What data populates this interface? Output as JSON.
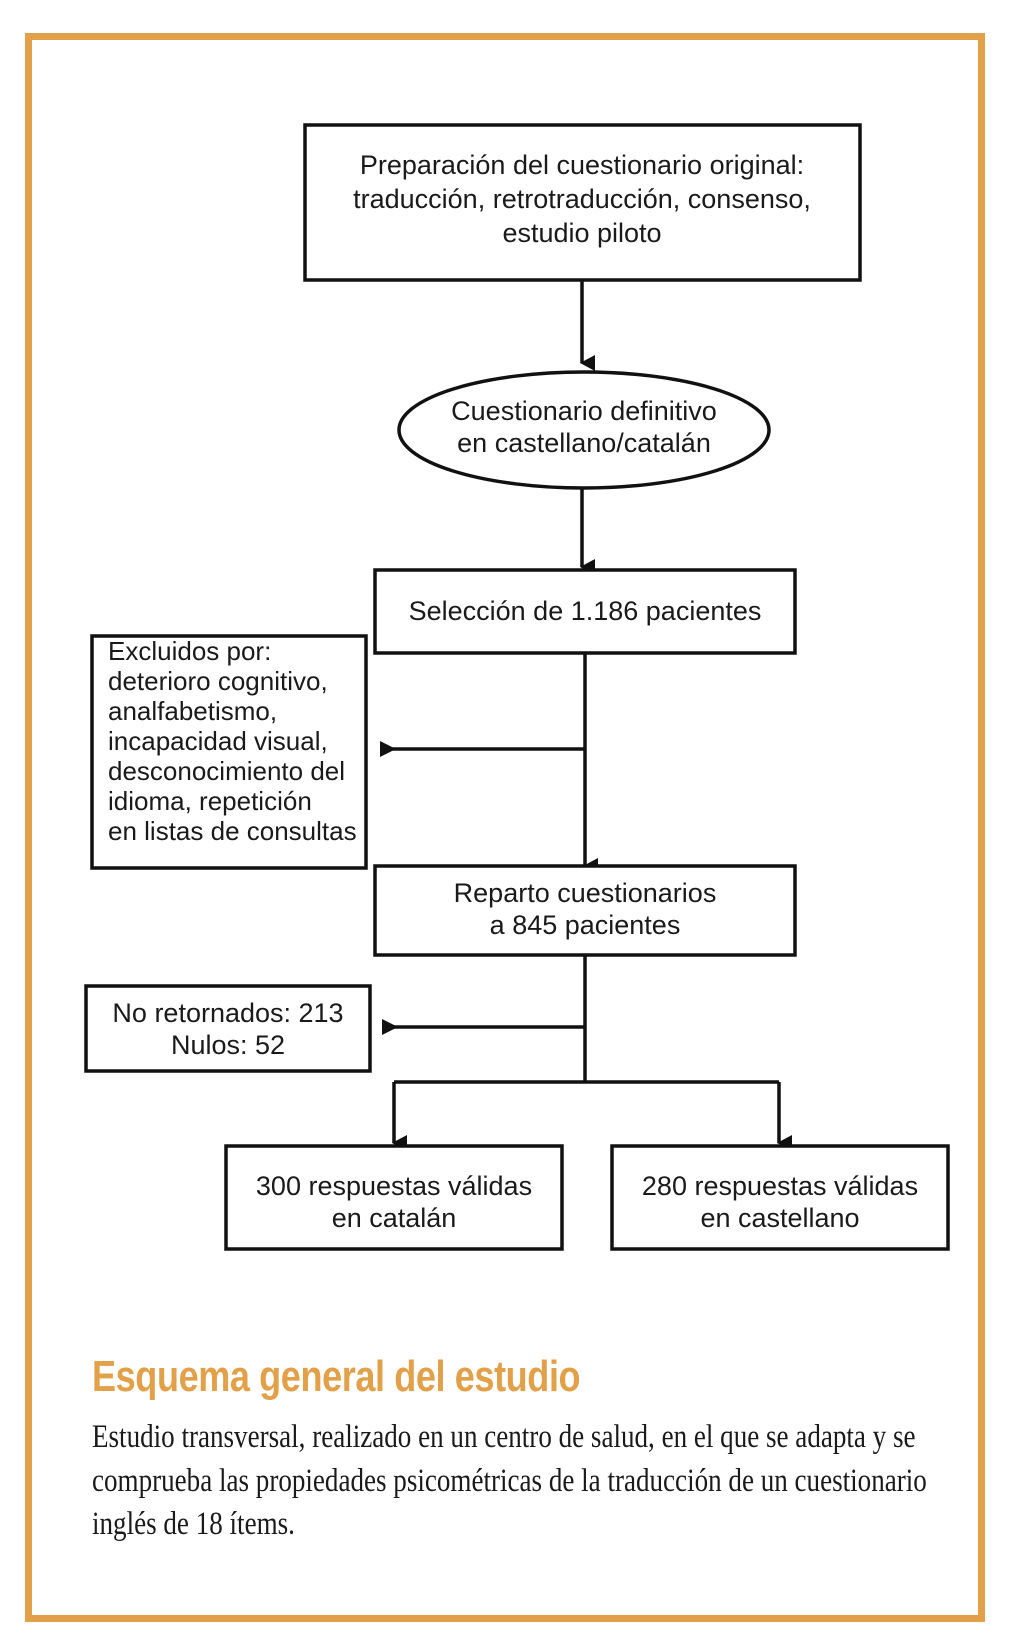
{
  "figure": {
    "border_color": "#e2a049",
    "title": "Esquema general del estudio",
    "body": "Estudio transversal, realizado en un centro de salud, en el que se adapta y se comprueba las propiedades psicométricas de la traducción de un cuestionario inglés de 18 ítems."
  },
  "chart_data": {
    "type": "diagram",
    "title": "Esquema general del estudio",
    "nodes": [
      {
        "id": "preparacion",
        "shape": "rect",
        "lines": [
          "Preparación del cuestionario original:",
          "traducción, retrotraducción, consenso,",
          "estudio piloto"
        ]
      },
      {
        "id": "cuestionario",
        "shape": "ellipse",
        "lines": [
          "Cuestionario definitivo",
          "en castellano/catalán"
        ]
      },
      {
        "id": "seleccion",
        "shape": "rect",
        "lines": [
          "Selección de 1.186 pacientes"
        ],
        "value": 1186
      },
      {
        "id": "excluidos",
        "shape": "rect",
        "lines": [
          "Excluidos por:",
          "deterioro cognitivo,",
          "analfabetismo,",
          "incapacidad visual,",
          "desconocimiento del",
          "idioma, repetición",
          "en listas de consultas"
        ]
      },
      {
        "id": "reparto",
        "shape": "rect",
        "lines": [
          "Reparto cuestionarios",
          "a 845 pacientes"
        ],
        "value": 845
      },
      {
        "id": "noretornados",
        "shape": "rect",
        "lines": [
          "No retornados: 213",
          "Nulos: 52"
        ],
        "values": {
          "no_retornados": 213,
          "nulos": 52
        }
      },
      {
        "id": "catalan",
        "shape": "rect",
        "lines": [
          "300 respuestas válidas",
          "en catalán"
        ],
        "value": 300
      },
      {
        "id": "castellano",
        "shape": "rect",
        "lines": [
          "280 respuestas válidas",
          "en castellano"
        ],
        "value": 280
      }
    ],
    "edges": [
      {
        "from": "preparacion",
        "to": "cuestionario",
        "direction": "down"
      },
      {
        "from": "cuestionario",
        "to": "seleccion",
        "direction": "down"
      },
      {
        "from": "seleccion",
        "to": "excluidos",
        "direction": "left"
      },
      {
        "from": "seleccion",
        "to": "reparto",
        "direction": "down"
      },
      {
        "from": "reparto",
        "to": "noretornados",
        "direction": "left"
      },
      {
        "from": "reparto",
        "to": "catalan",
        "direction": "down-left"
      },
      {
        "from": "reparto",
        "to": "castellano",
        "direction": "down-right"
      }
    ]
  },
  "text": {
    "n1_l1": "Preparación del cuestionario original:",
    "n1_l2": "traducción, retrotraducción, consenso,",
    "n1_l3": "estudio piloto",
    "n2_l1": "Cuestionario definitivo",
    "n2_l2": "en castellano/catalán",
    "n3_l1": "Selección de 1.186 pacientes",
    "n4_l1": "Excluidos por:",
    "n4_l2": "deterioro cognitivo,",
    "n4_l3": "analfabetismo,",
    "n4_l4": "incapacidad visual,",
    "n4_l5": "desconocimiento del",
    "n4_l6": "idioma, repetición",
    "n4_l7": "en listas de consultas",
    "n5_l1": "Reparto cuestionarios",
    "n5_l2": "a 845 pacientes",
    "n6_l1": "No retornados: 213",
    "n6_l2": "Nulos: 52",
    "n7_l1": "300 respuestas válidas",
    "n7_l2": "en catalán",
    "n8_l1": "280 respuestas válidas",
    "n8_l2": "en castellano"
  }
}
